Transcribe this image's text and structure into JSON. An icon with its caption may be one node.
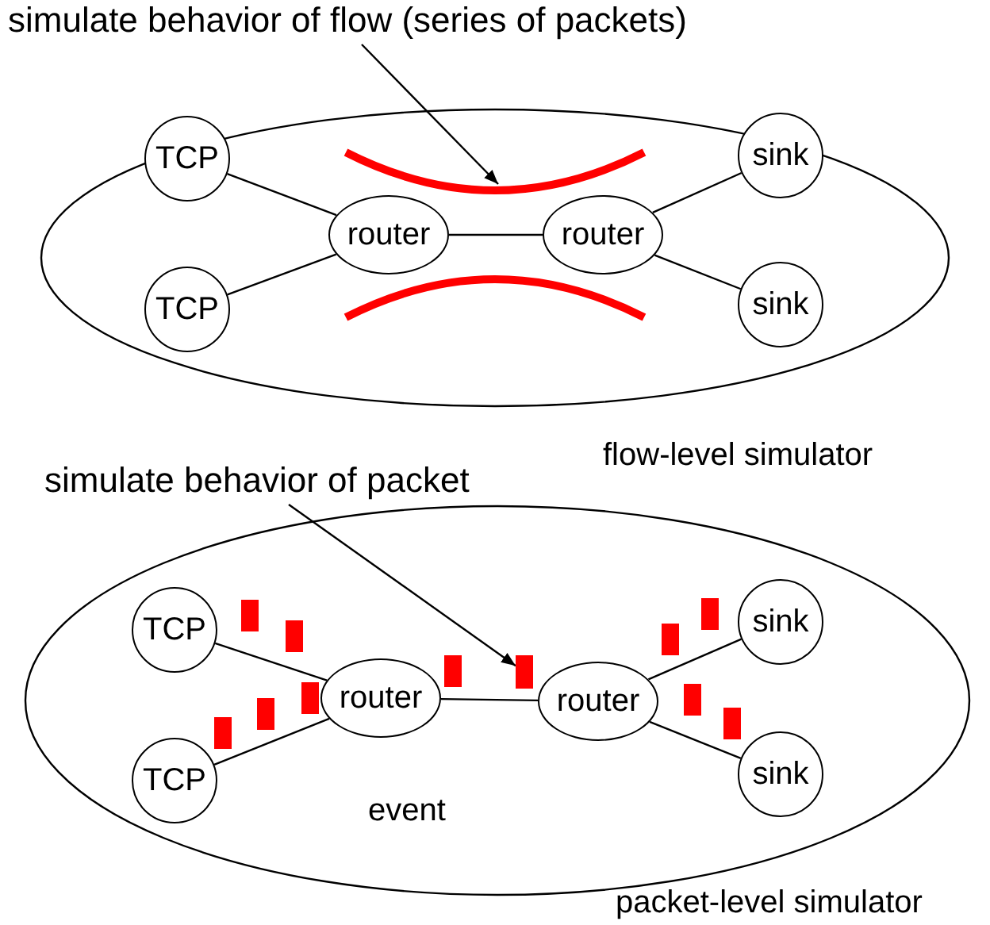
{
  "diagram": {
    "nodes": [
      {
        "text": [
          "flow-level simulator"
        ]
      },
      {
        "text": [
          "TCP"
        ],
        "in": 0
      },
      {
        "text": [
          "TCP"
        ],
        "in": 0
      },
      {
        "text": [
          "router"
        ],
        "in": 0
      },
      {
        "text": [
          "router"
        ],
        "in": 0
      },
      {
        "text": [
          "sink"
        ],
        "in": 0
      },
      {
        "text": [
          "sink"
        ],
        "in": 0
      },
      {
        "text": [],
        "shape": "curve",
        "in": 0
      },
      {
        "text": [],
        "shape": "curve",
        "in": 0
      },
      {
        "text": [
          "simulate behavior of flow (series of packets)"
        ]
      },
      {
        "text": [
          "packet-level simulator"
        ]
      },
      {
        "text": [
          "TCP"
        ],
        "in": 10
      },
      {
        "text": [
          "TCP"
        ],
        "in": 10
      },
      {
        "text": [
          "router"
        ],
        "in": 10
      },
      {
        "text": [
          "router"
        ],
        "in": 10
      },
      {
        "text": [
          "sink"
        ],
        "in": 10
      },
      {
        "text": [
          "sink"
        ],
        "in": 10
      },
      {
        "text": [],
        "shape": "bar",
        "in": 10
      },
      {
        "text": [
          "simulate behavior of packet"
        ]
      }
    ],
    "edges": [
      {
        "from": 1,
        "to": 3,
        "arrow": "none"
      },
      {
        "from": 2,
        "to": 3,
        "arrow": "none"
      },
      {
        "from": 3,
        "to": 4,
        "arrow": "none"
      },
      {
        "from": 4,
        "to": 5,
        "arrow": "none"
      },
      {
        "from": 4,
        "to": 6,
        "arrow": "none"
      },
      {
        "from": 9,
        "to": 7,
        "arrow": "to"
      },
      {
        "from": 11,
        "to": 13,
        "arrow": "none"
      },
      {
        "from": 12,
        "to": 13,
        "arrow": "none"
      },
      {
        "from": 13,
        "to": 14,
        "arrow": "none"
      },
      {
        "from": 14,
        "to": 15,
        "arrow": "none"
      },
      {
        "from": 14,
        "to": 16,
        "arrow": "none"
      },
      {
        "from": 18,
        "to": 17,
        "arrow": "to"
      }
    ],
    "labels": [
      "event"
    ]
  }
}
